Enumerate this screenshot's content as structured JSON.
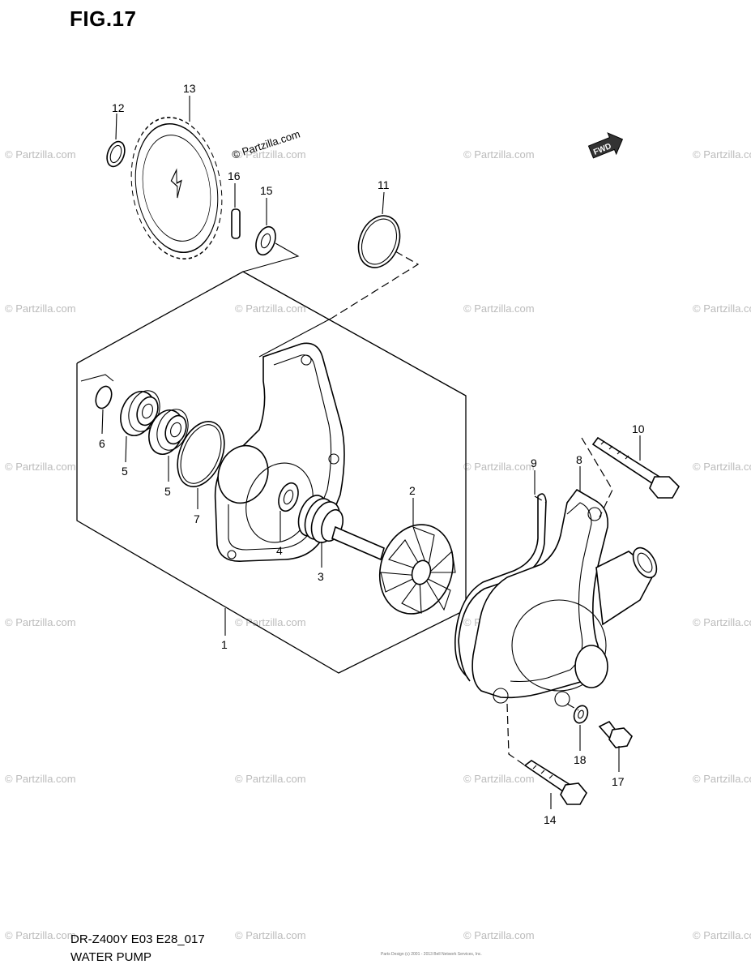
{
  "header": {
    "figure_label": "FIG.17"
  },
  "footer": {
    "model_code": "DR-Z400Y E03 E28_017",
    "diagram_name": "WATER PUMP",
    "credit": "Parts Design (c) 2001 - 2013 Bell Network Services, Inc."
  },
  "watermark": {
    "text": "© Partzilla.com",
    "prominent_text": "© Partzilla.com"
  },
  "fwd_arrow": {
    "label": "FWD"
  },
  "callouts": [
    "1",
    "2",
    "3",
    "4",
    "5",
    "5",
    "6",
    "7",
    "8",
    "9",
    "10",
    "11",
    "12",
    "13",
    "14",
    "15",
    "16",
    "17",
    "18"
  ]
}
